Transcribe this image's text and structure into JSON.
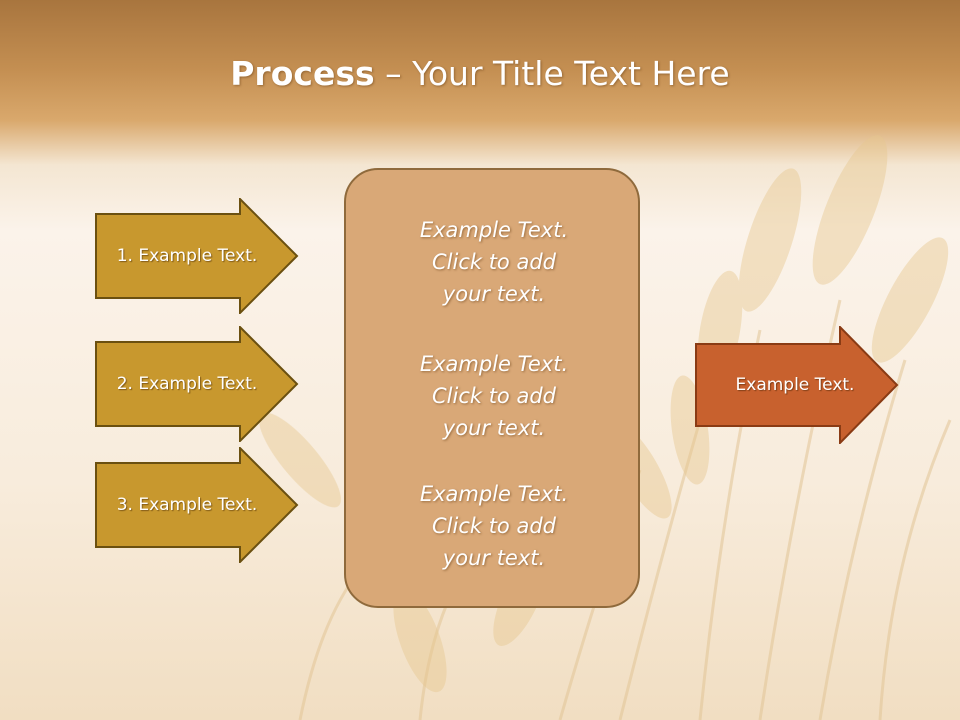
{
  "title": {
    "bold": "Process",
    "rest": " – Your Title Text Here"
  },
  "arrows": [
    {
      "label": "1. Example Text."
    },
    {
      "label": "2. Example Text."
    },
    {
      "label": "3. Example Text."
    }
  ],
  "center": {
    "blocks": [
      {
        "line1": "Example Text.",
        "line2": "Click  to add",
        "line3": "your text."
      },
      {
        "line1": "Example Text.",
        "line2": "Click  to add",
        "line3": "your text."
      },
      {
        "line1": "Example Text.",
        "line2": "Click  to add",
        "line3": "your text."
      }
    ]
  },
  "result": {
    "label": "Example Text."
  },
  "colors": {
    "left_arrow_fill": "#c8982e",
    "left_arrow_stroke": "#6b5010",
    "center_fill": "#d9a877",
    "center_stroke": "#8f6a3c",
    "result_fill": "#c8612e",
    "result_stroke": "#8a3b14"
  }
}
